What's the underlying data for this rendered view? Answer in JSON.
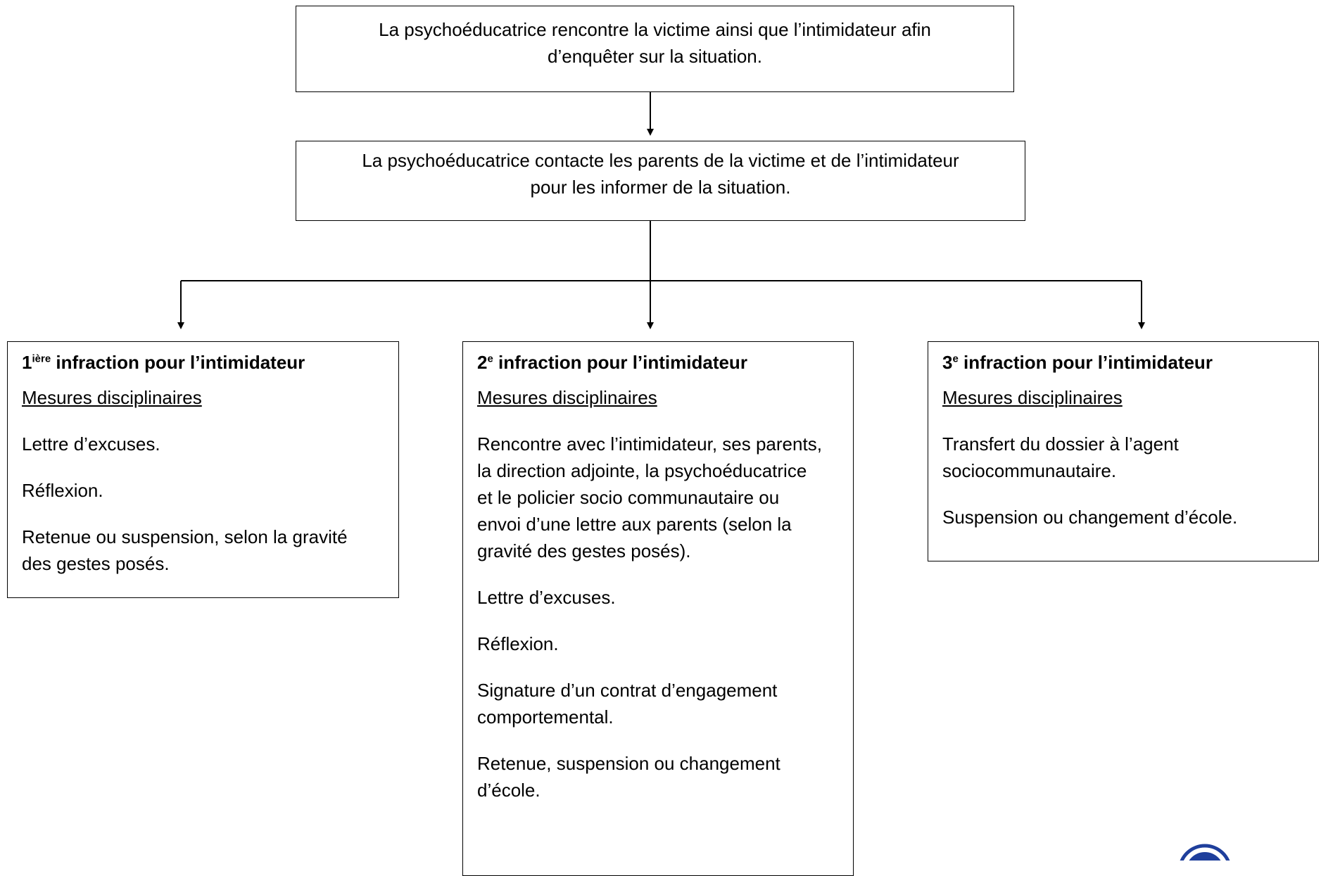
{
  "step1": {
    "line1": "La psychoéducatrice rencontre la victime ainsi que l’intimidateur afin",
    "line2": "d’enquêter sur la situation."
  },
  "step2": {
    "line1": "La psychoéducatrice contacte les parents de la victime et de l’intimidateur",
    "line2": "pour les informer de la situation."
  },
  "infractions": [
    {
      "num": "1",
      "sup": "ière",
      "title_rest": " infraction pour l’intimidateur",
      "subhead": "Mesures disciplinaires",
      "items": [
        "Lettre d’excuses.",
        "Réflexion.",
        "Retenue ou suspension, selon la gravité des gestes posés."
      ]
    },
    {
      "num": "2",
      "sup": "e",
      "title_rest": " infraction pour l’intimidateur",
      "subhead": "Mesures disciplinaires",
      "items": [
        "Rencontre avec l’intimidateur, ses parents, la direction adjointe, la psychoéducatrice et le policier socio communautaire ou envoi d’une lettre aux parents (selon la gravité des gestes posés).",
        "Lettre d’excuses.",
        "Réflexion.",
        "Signature d’un contrat d’engagement comportemental.",
        "Retenue, suspension ou changement d’école."
      ]
    },
    {
      "num": "3",
      "sup": "e",
      "title_rest": " infraction pour l’intimidateur",
      "subhead": "Mesures disciplinaires",
      "items": [
        "Transfert du dossier à l’agent sociocommunautaire.",
        "Suspension ou changement d’école."
      ]
    }
  ],
  "colors": {
    "line": "#000000",
    "logo": "#1f3f9c"
  }
}
